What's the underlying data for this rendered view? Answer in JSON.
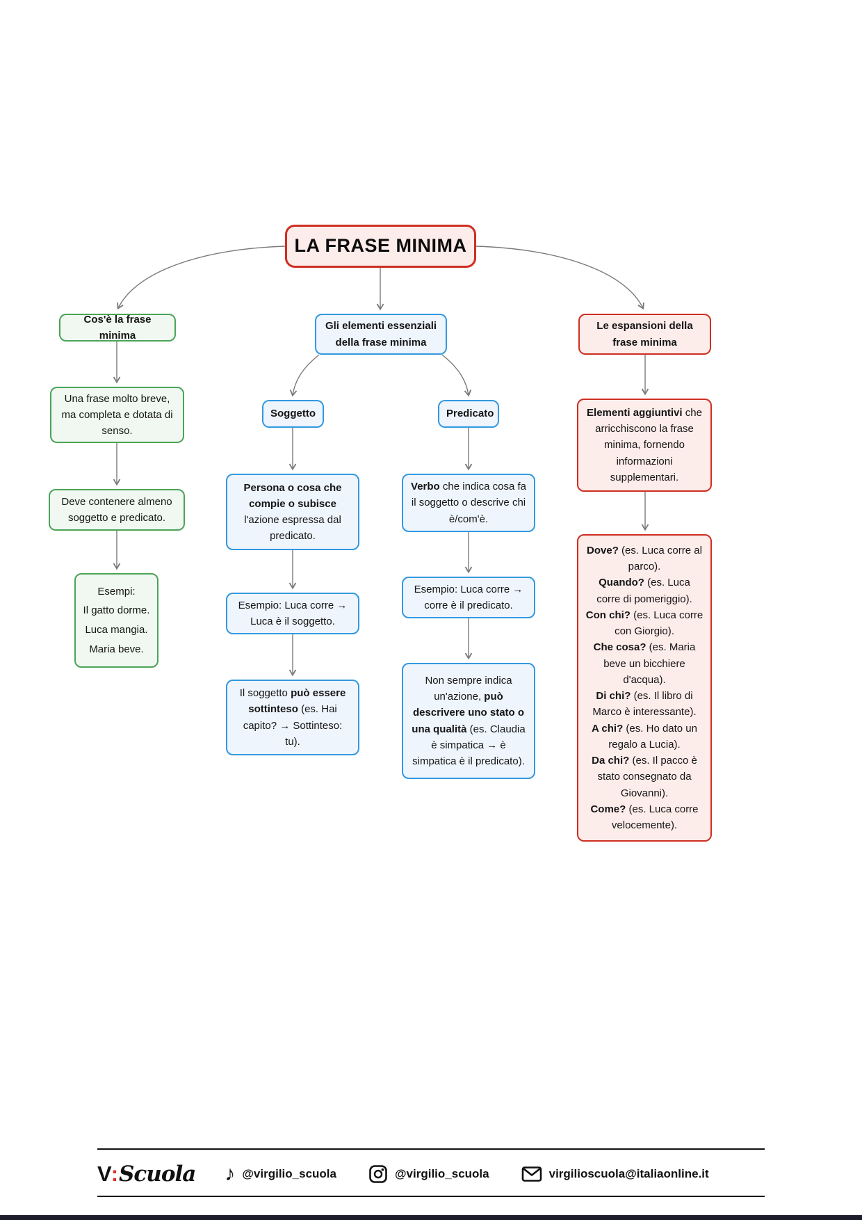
{
  "title": "LA FRASE MINIMA",
  "colors": {
    "red_border": "#cf2e21",
    "red_fill": "#fcecea",
    "green_border": "#4aa457",
    "green_fill": "#f0f8f1",
    "blue_border": "#3399e0",
    "blue_fill": "#eef5fd",
    "connector_gray": "#7a7a7a"
  },
  "left": {
    "heading": "Cos'è la frase minima",
    "definition": "Una frase molto breve, ma completa e dotata di senso.",
    "requirement": "Deve contenere almeno soggetto e predicato.",
    "examples": "Esempi:\nIl gatto dorme.\nLuca mangia.\nMaria beve."
  },
  "center": {
    "heading": "Gli elementi essenziali della frase minima",
    "soggetto": {
      "label": "Soggetto",
      "desc": [
        {
          "t": "Persona o cosa che compie o subisce",
          "b": true
        },
        {
          "t": " l'azione espressa dal predicato.",
          "b": false
        }
      ],
      "example": "Esempio: Luca corre → Luca è il soggetto.",
      "note": [
        {
          "t": "Il soggetto ",
          "b": false
        },
        {
          "t": "può essere sottinteso",
          "b": true
        },
        {
          "t": " (es. Hai capito? → Sottinteso: tu).",
          "b": false
        }
      ]
    },
    "predicato": {
      "label": "Predicato",
      "desc": [
        {
          "t": "Verbo",
          "b": true
        },
        {
          "t": " che indica cosa fa il soggetto o descrive chi è/com'è.",
          "b": false
        }
      ],
      "example": "Esempio: Luca corre → corre è il predicato.",
      "note": [
        {
          "t": "Non sempre indica un'azione, ",
          "b": false
        },
        {
          "t": "può descrivere uno stato o una qualità",
          "b": true
        },
        {
          "t": " (es. Claudia è simpatica → è simpatica è il predicato).",
          "b": false
        }
      ]
    }
  },
  "right": {
    "heading": "Le espansioni della frase minima",
    "desc": [
      {
        "t": "Elementi aggiuntivi",
        "b": true
      },
      {
        "t": " che arricchiscono la frase minima, fornendo informazioni supplementari.",
        "b": false
      }
    ],
    "questions": [
      [
        {
          "t": "Dove?",
          "b": true
        },
        {
          "t": " (es. Luca corre al parco).",
          "b": false
        }
      ],
      [
        {
          "t": "Quando?",
          "b": true
        },
        {
          "t": " (es. Luca corre di pomeriggio).",
          "b": false
        }
      ],
      [
        {
          "t": "Con chi?",
          "b": true
        },
        {
          "t": " (es. Luca corre con Giorgio).",
          "b": false
        }
      ],
      [
        {
          "t": "Che cosa?",
          "b": true
        },
        {
          "t": " (es. Maria beve un bicchiere d'acqua).",
          "b": false
        }
      ],
      [
        {
          "t": "Di chi?",
          "b": true
        },
        {
          "t": " (es. Il libro di Marco è interessante).",
          "b": false
        }
      ],
      [
        {
          "t": "A chi?",
          "b": true
        },
        {
          "t": " (es. Ho dato un regalo a Lucia).",
          "b": false
        }
      ],
      [
        {
          "t": "Da chi?",
          "b": true
        },
        {
          "t": " (es. Il pacco è stato consegnato da Giovanni).",
          "b": false
        }
      ],
      [
        {
          "t": "Come?",
          "b": true
        },
        {
          "t": " (es. Luca corre velocemente).",
          "b": false
        }
      ]
    ]
  },
  "footer": {
    "logo_v": "V",
    "logo_colon": ":",
    "logo_scuola": "Scuola",
    "tiktok_handle": "@virgilio_scuola",
    "instagram_handle": "@virgilio_scuola",
    "email": "virgilioscuola@italiaonline.it"
  }
}
